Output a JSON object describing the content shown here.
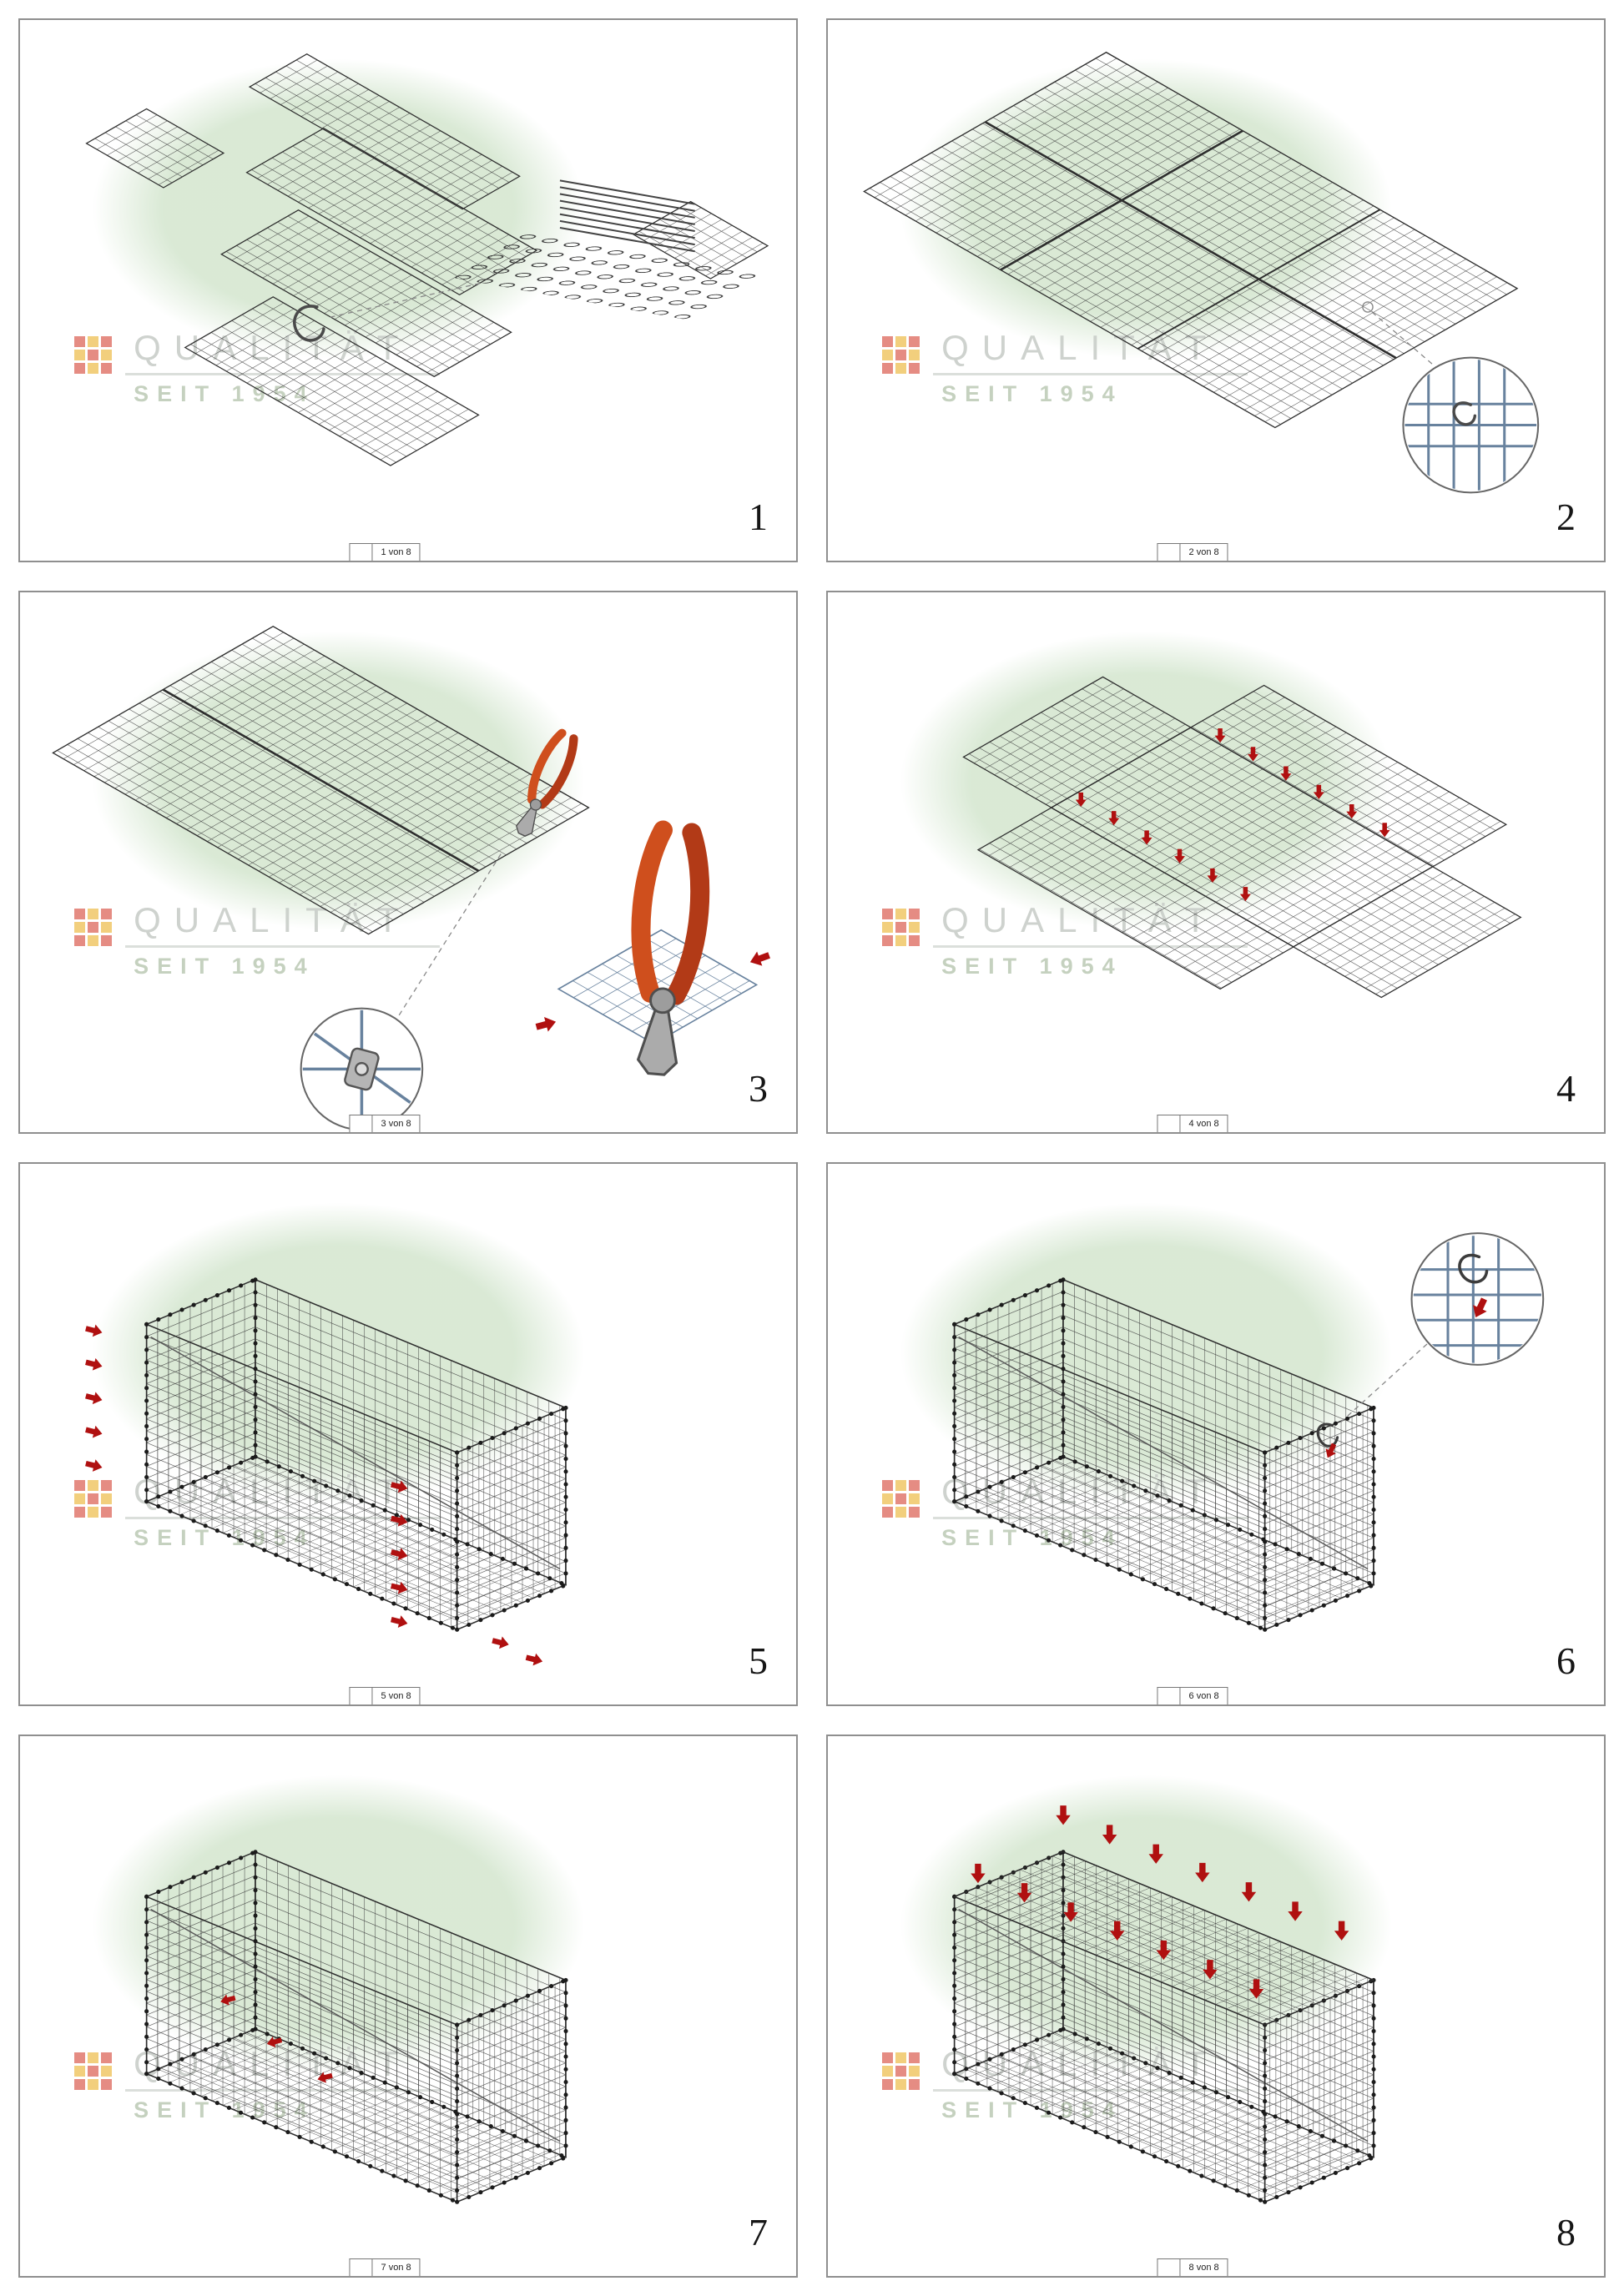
{
  "watermark": {
    "title": "QUALITÄT",
    "subtitle": "SEIT 1954"
  },
  "colors": {
    "mesh_wire": "#3f3f3f",
    "accent_red": "#b01010",
    "detail_wire_blue": "#68829e",
    "tool_handle_orange": "#cf4f1d",
    "watermark_green": "#cde2c7"
  },
  "panels": [
    {
      "number": "1",
      "page_label": "1 von 8"
    },
    {
      "number": "2",
      "page_label": "2 von 8"
    },
    {
      "number": "3",
      "page_label": "3 von 8"
    },
    {
      "number": "4",
      "page_label": "4 von 8"
    },
    {
      "number": "5",
      "page_label": "5 von 8"
    },
    {
      "number": "6",
      "page_label": "6 von 8"
    },
    {
      "number": "7",
      "page_label": "7 von 8"
    },
    {
      "number": "8",
      "page_label": "8 von 8"
    }
  ]
}
